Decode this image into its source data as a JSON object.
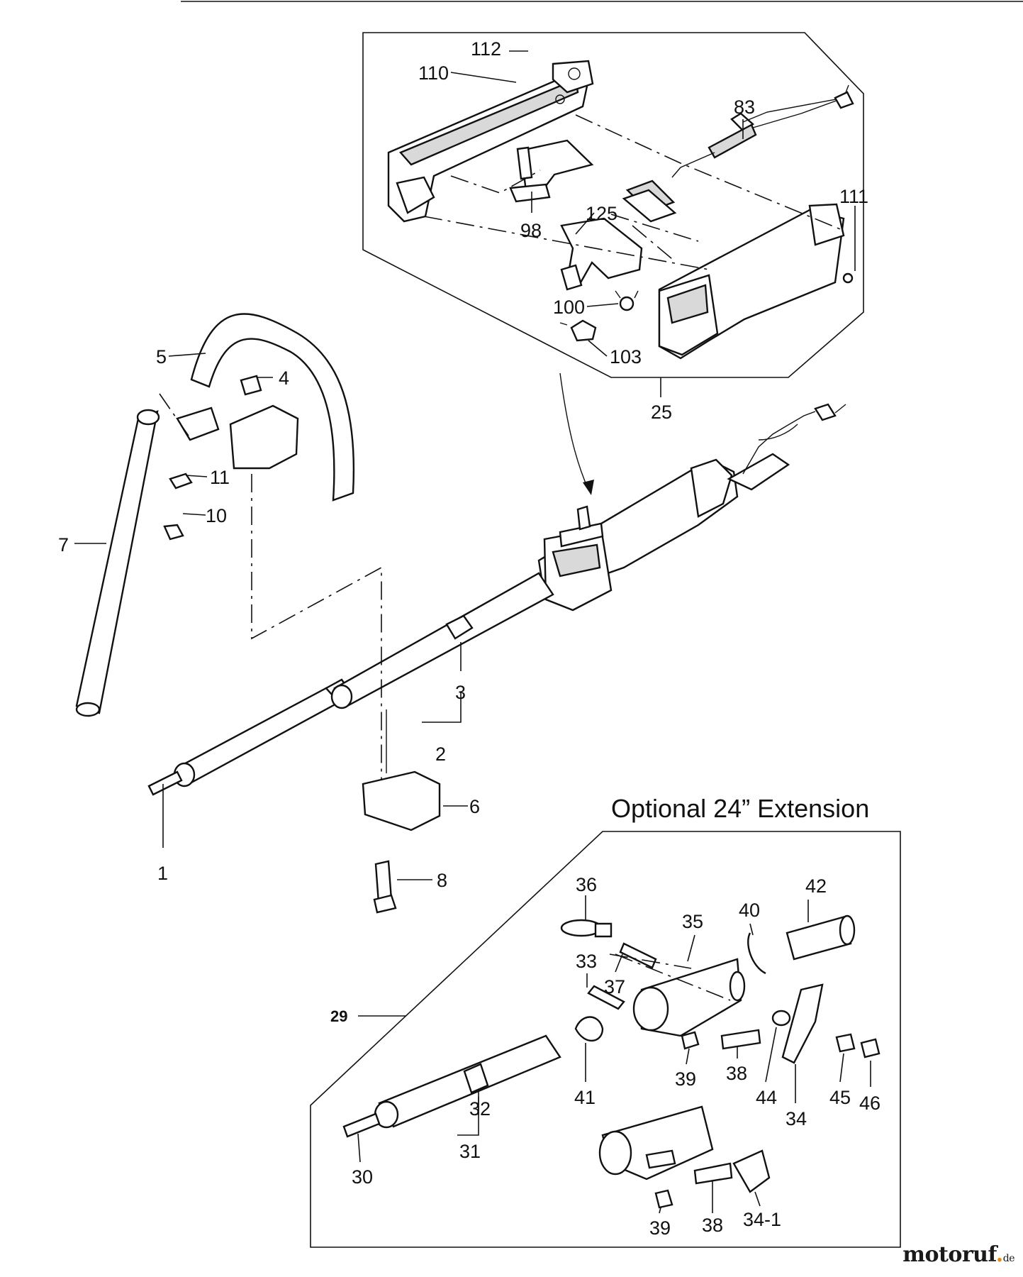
{
  "header": {
    "title": "Optional 24” Extension"
  },
  "groups": {
    "handle_kit": "25",
    "extension_kit": "29"
  },
  "callouts": {
    "p112": "112",
    "p110": "110",
    "p83": "83",
    "p98": "98",
    "p125": "125",
    "p111": "111",
    "p100": "100",
    "p103": "103",
    "p25": "25",
    "p5": "5",
    "p4": "4",
    "p11": "11",
    "p10": "10",
    "p7": "7",
    "p3": "3",
    "p2": "2",
    "p6": "6",
    "p1": "1",
    "p8": "8",
    "p36": "36",
    "p42": "42",
    "p40": "40",
    "p35": "35",
    "p33": "33",
    "p37": "37",
    "p29": "29",
    "p39a": "39",
    "p38a": "38",
    "p41": "41",
    "p44": "44",
    "p34": "34",
    "p45": "45",
    "p46": "46",
    "p32": "32",
    "p31": "31",
    "p30": "30",
    "p39b": "39",
    "p38b": "38",
    "p34_1": "34-1"
  },
  "watermark": {
    "name": "motoruf",
    "tld": "de"
  }
}
